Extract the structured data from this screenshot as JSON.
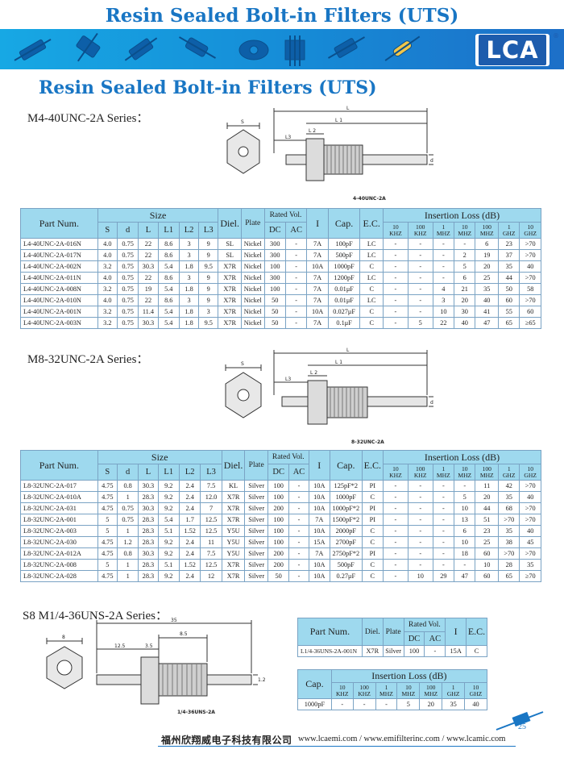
{
  "header": {
    "title": "Resin Sealed Bolt-in Filters (UTS)",
    "logo": "LCA",
    "registered": "®"
  },
  "page_title": "Resin Sealed Bolt-in Filters (UTS)",
  "colors": {
    "accent": "#1976c4",
    "header_band": "#168ad6",
    "table_header": "#9ed9ee",
    "logo_blue": "#1d5cad"
  },
  "headers": {
    "part_num": "Part Num.",
    "size": "Size",
    "S": "S",
    "d": "d",
    "L": "L",
    "L1": "L1",
    "L2": "L2",
    "L3": "L3",
    "diel": "Diel.",
    "plate": "Plate",
    "rated_vol": "Rated Vol.",
    "dc": "DC",
    "ac": "AC",
    "i": "I",
    "cap": "Cap.",
    "ec": "E.C.",
    "insertion_loss": "Insertion Loss (dB)",
    "freqs": [
      {
        "v": "10",
        "u": "KHZ"
      },
      {
        "v": "100",
        "u": "KHZ"
      },
      {
        "v": "1",
        "u": "MHZ"
      },
      {
        "v": "10",
        "u": "MHZ"
      },
      {
        "v": "100",
        "u": "MHZ"
      },
      {
        "v": "1",
        "u": "GHZ"
      },
      {
        "v": "10",
        "u": "GHZ"
      }
    ]
  },
  "series1": {
    "label": "M4-40UNC-2A Series：",
    "drawing_label": "4-40UNC-2A",
    "dims": {
      "S": "S",
      "L": "L",
      "L1": "L 1",
      "L2": "L 2",
      "L3": "L3",
      "d": "d"
    },
    "rows": [
      [
        "L4-40UNC-2A-016N",
        "4.0",
        "0.75",
        "22",
        "8.6",
        "3",
        "9",
        "SL",
        "Nickel",
        "300",
        "-",
        "7A",
        "100pF",
        "LC",
        "-",
        "-",
        "-",
        "-",
        "6",
        "23",
        ">70"
      ],
      [
        "L4-40UNC-2A-017N",
        "4.0",
        "0.75",
        "22",
        "8.6",
        "3",
        "9",
        "SL",
        "Nickel",
        "300",
        "-",
        "7A",
        "500pF",
        "LC",
        "-",
        "-",
        "-",
        "2",
        "19",
        "37",
        ">70"
      ],
      [
        "L4-40UNC-2A-002N",
        "3.2",
        "0.75",
        "30.3",
        "5.4",
        "1.8",
        "9.5",
        "X7R",
        "Nickel",
        "100",
        "-",
        "10A",
        "1000pF",
        "C",
        "-",
        "-",
        "-",
        "5",
        "20",
        "35",
        "40"
      ],
      [
        "L4-40UNC-2A-011N",
        "4.0",
        "0.75",
        "22",
        "8.6",
        "3",
        "9",
        "X7R",
        "Nickel",
        "300",
        "-",
        "7A",
        "1200pF",
        "LC",
        "-",
        "-",
        "-",
        "6",
        "25",
        "44",
        ">70"
      ],
      [
        "L4-40UNC-2A-008N",
        "3.2",
        "0.75",
        "19",
        "5.4",
        "1.8",
        "9",
        "X7R",
        "Nickel",
        "100",
        "-",
        "7A",
        "0.01μF",
        "C",
        "-",
        "-",
        "4",
        "21",
        "35",
        "50",
        "58"
      ],
      [
        "L4-40UNC-2A-010N",
        "4.0",
        "0.75",
        "22",
        "8.6",
        "3",
        "9",
        "X7R",
        "Nickel",
        "50",
        "-",
        "7A",
        "0.01μF",
        "LC",
        "-",
        "-",
        "3",
        "20",
        "40",
        "60",
        ">70"
      ],
      [
        "L4-40UNC-2A-001N",
        "3.2",
        "0.75",
        "11.4",
        "5.4",
        "1.8",
        "3",
        "X7R",
        "Nickel",
        "50",
        "-",
        "10A",
        "0.027μF",
        "C",
        "-",
        "-",
        "10",
        "30",
        "41",
        "55",
        "60"
      ],
      [
        "L4-40UNC-2A-003N",
        "3.2",
        "0.75",
        "30.3",
        "5.4",
        "1.8",
        "9.5",
        "X7R",
        "Nickel",
        "50",
        "-",
        "7A",
        "0.1μF",
        "C",
        "-",
        "5",
        "22",
        "40",
        "47",
        "65",
        "≥65"
      ]
    ]
  },
  "series2": {
    "label": "M8-32UNC-2A Series：",
    "drawing_label": "8-32UNC-2A",
    "dims": {
      "S": "S",
      "L": "L",
      "L1": "L 1",
      "L2": "L 2",
      "L3": "L3",
      "d": "d"
    },
    "rows": [
      [
        "L8-32UNC-2A-017",
        "4.75",
        "0.8",
        "30.3",
        "9.2",
        "2.4",
        "7.5",
        "KL",
        "Silver",
        "100",
        "-",
        "10A",
        "125pF*2",
        "PI",
        "-",
        "-",
        "-",
        "-",
        "11",
        "42",
        ">70"
      ],
      [
        "L8-32UNC-2A-010A",
        "4.75",
        "1",
        "28.3",
        "9.2",
        "2.4",
        "12.0",
        "X7R",
        "Silver",
        "100",
        "-",
        "10A",
        "1000pF",
        "C",
        "-",
        "-",
        "-",
        "5",
        "20",
        "35",
        "40"
      ],
      [
        "L8-32UNC-2A-031",
        "4.75",
        "0.75",
        "30.3",
        "9.2",
        "2.4",
        "7",
        "X7R",
        "Silver",
        "200",
        "-",
        "10A",
        "1000pF*2",
        "PI",
        "-",
        "-",
        "-",
        "10",
        "44",
        "68",
        ">70"
      ],
      [
        "L8-32UNC-2A-001",
        "5",
        "0.75",
        "28.3",
        "5.4",
        "1.7",
        "12.5",
        "X7R",
        "Silver",
        "100",
        "-",
        "7A",
        "1500pF*2",
        "PI",
        "-",
        "-",
        "-",
        "13",
        "51",
        ">70",
        ">70"
      ],
      [
        "L8-32UNC-2A-003",
        "5",
        "1",
        "28.3",
        "5.1",
        "1.52",
        "12.5",
        "Y5U",
        "Silver",
        "100",
        "-",
        "10A",
        "2000pF",
        "C",
        "-",
        "-",
        "-",
        "6",
        "23",
        "35",
        "40"
      ],
      [
        "L8-32UNC-2A-030",
        "4.75",
        "1.2",
        "28.3",
        "9.2",
        "2.4",
        "11",
        "Y5U",
        "Silver",
        "100",
        "-",
        "15A",
        "2700pF",
        "C",
        "-",
        "-",
        "-",
        "10",
        "25",
        "38",
        "45"
      ],
      [
        "L8-32UNC-2A-012A",
        "4.75",
        "0.8",
        "30.3",
        "9.2",
        "2.4",
        "7.5",
        "Y5U",
        "Silver",
        "200",
        "-",
        "7A",
        "2750pF*2",
        "PI",
        "-",
        "-",
        "-",
        "18",
        "60",
        ">70",
        ">70"
      ],
      [
        "L8-32UNC-2A-008",
        "5",
        "1",
        "28.3",
        "5.1",
        "1.52",
        "12.5",
        "X7R",
        "Silver",
        "200",
        "-",
        "10A",
        "500pF",
        "C",
        "-",
        "-",
        "-",
        "-",
        "10",
        "28",
        "35"
      ],
      [
        "L8-32UNC-2A-028",
        "4.75",
        "1",
        "28.3",
        "9.2",
        "2.4",
        "12",
        "X7R",
        "Silver",
        "50",
        "-",
        "10A",
        "0.27μF",
        "C",
        "-",
        "10",
        "29",
        "47",
        "60",
        "65",
        "≥70"
      ]
    ]
  },
  "series3": {
    "label": "S8 M1/4-36UNS-2A Series：",
    "drawing_label": "1/4-36UNS-2A",
    "dims": {
      "d35": "35",
      "d8": "8",
      "d125": "12.5",
      "d35b": "3.5",
      "d85": "8.5",
      "d12": "1.2"
    },
    "row": [
      "L1/4-36UNS-2A-001N",
      "X7R",
      "Silver",
      "100",
      "-",
      "15A",
      "C"
    ],
    "il_row": [
      "1000pF",
      "-",
      "-",
      "-",
      "5",
      "20",
      "35",
      "40"
    ]
  },
  "footer": {
    "company": "福州欣翔威电子科技有限公司",
    "urls": "www.lcaemi.com / www.emifilterinc.com / www.lcamic.com",
    "page": "25"
  }
}
